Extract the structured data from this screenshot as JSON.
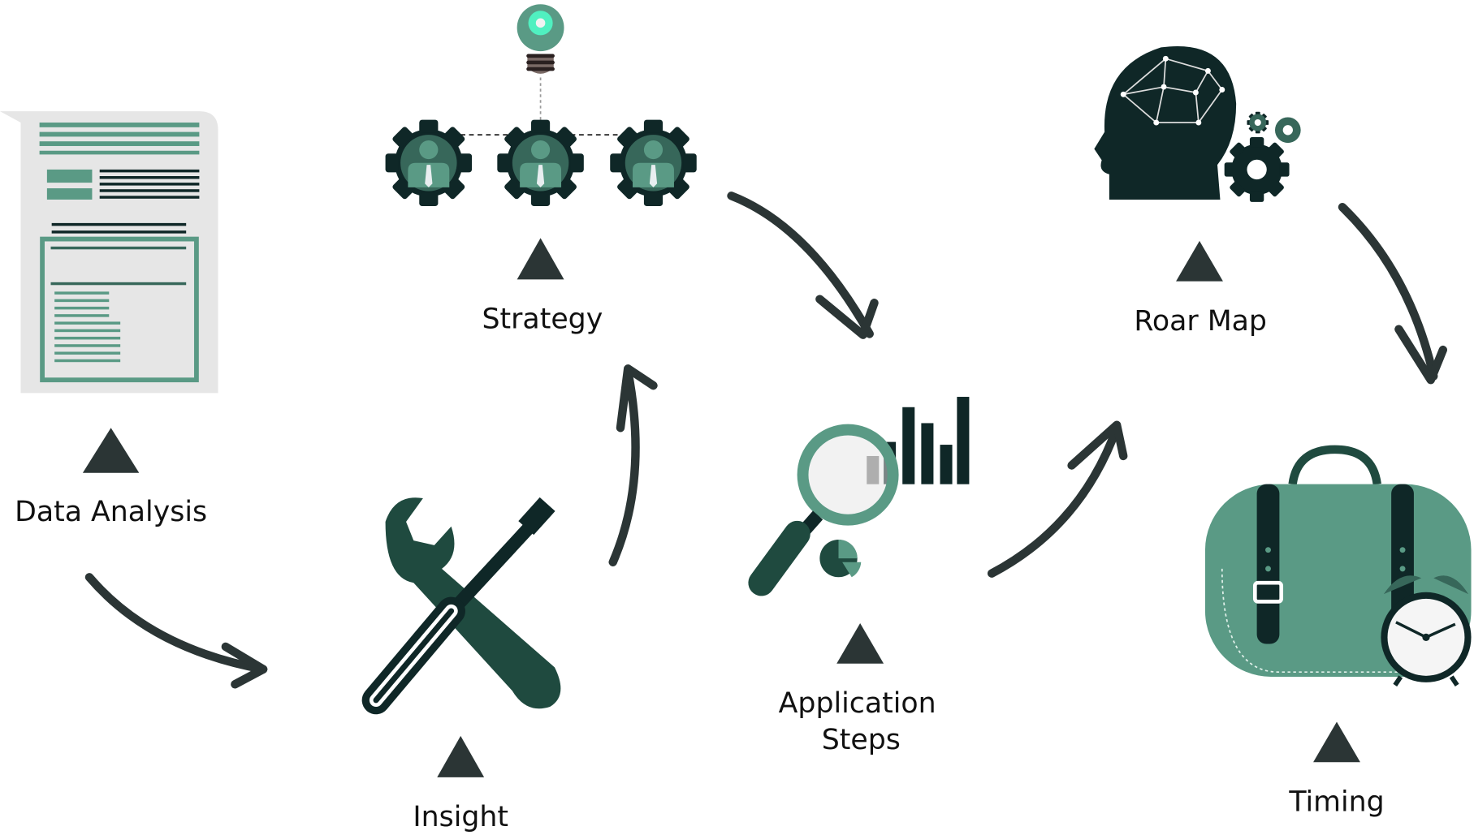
{
  "steps": [
    {
      "label": "Data Analysis",
      "icon": "document-icon"
    },
    {
      "label": "Insight",
      "icon": "tools-icon"
    },
    {
      "label": "Strategy",
      "icon": "team-gears-icon"
    },
    {
      "label_line1": "Application",
      "label_line2": "Steps",
      "icon": "magnifier-chart-icon"
    },
    {
      "label": "Roar Map",
      "icon": "head-gears-icon"
    },
    {
      "label": "Timing",
      "icon": "bag-clock-icon"
    }
  ],
  "colors": {
    "dark": "#0f2727",
    "green": "#5a9a85",
    "mid": "#37675a",
    "accent": "#50f0c0",
    "arrow": "#2b3535"
  }
}
